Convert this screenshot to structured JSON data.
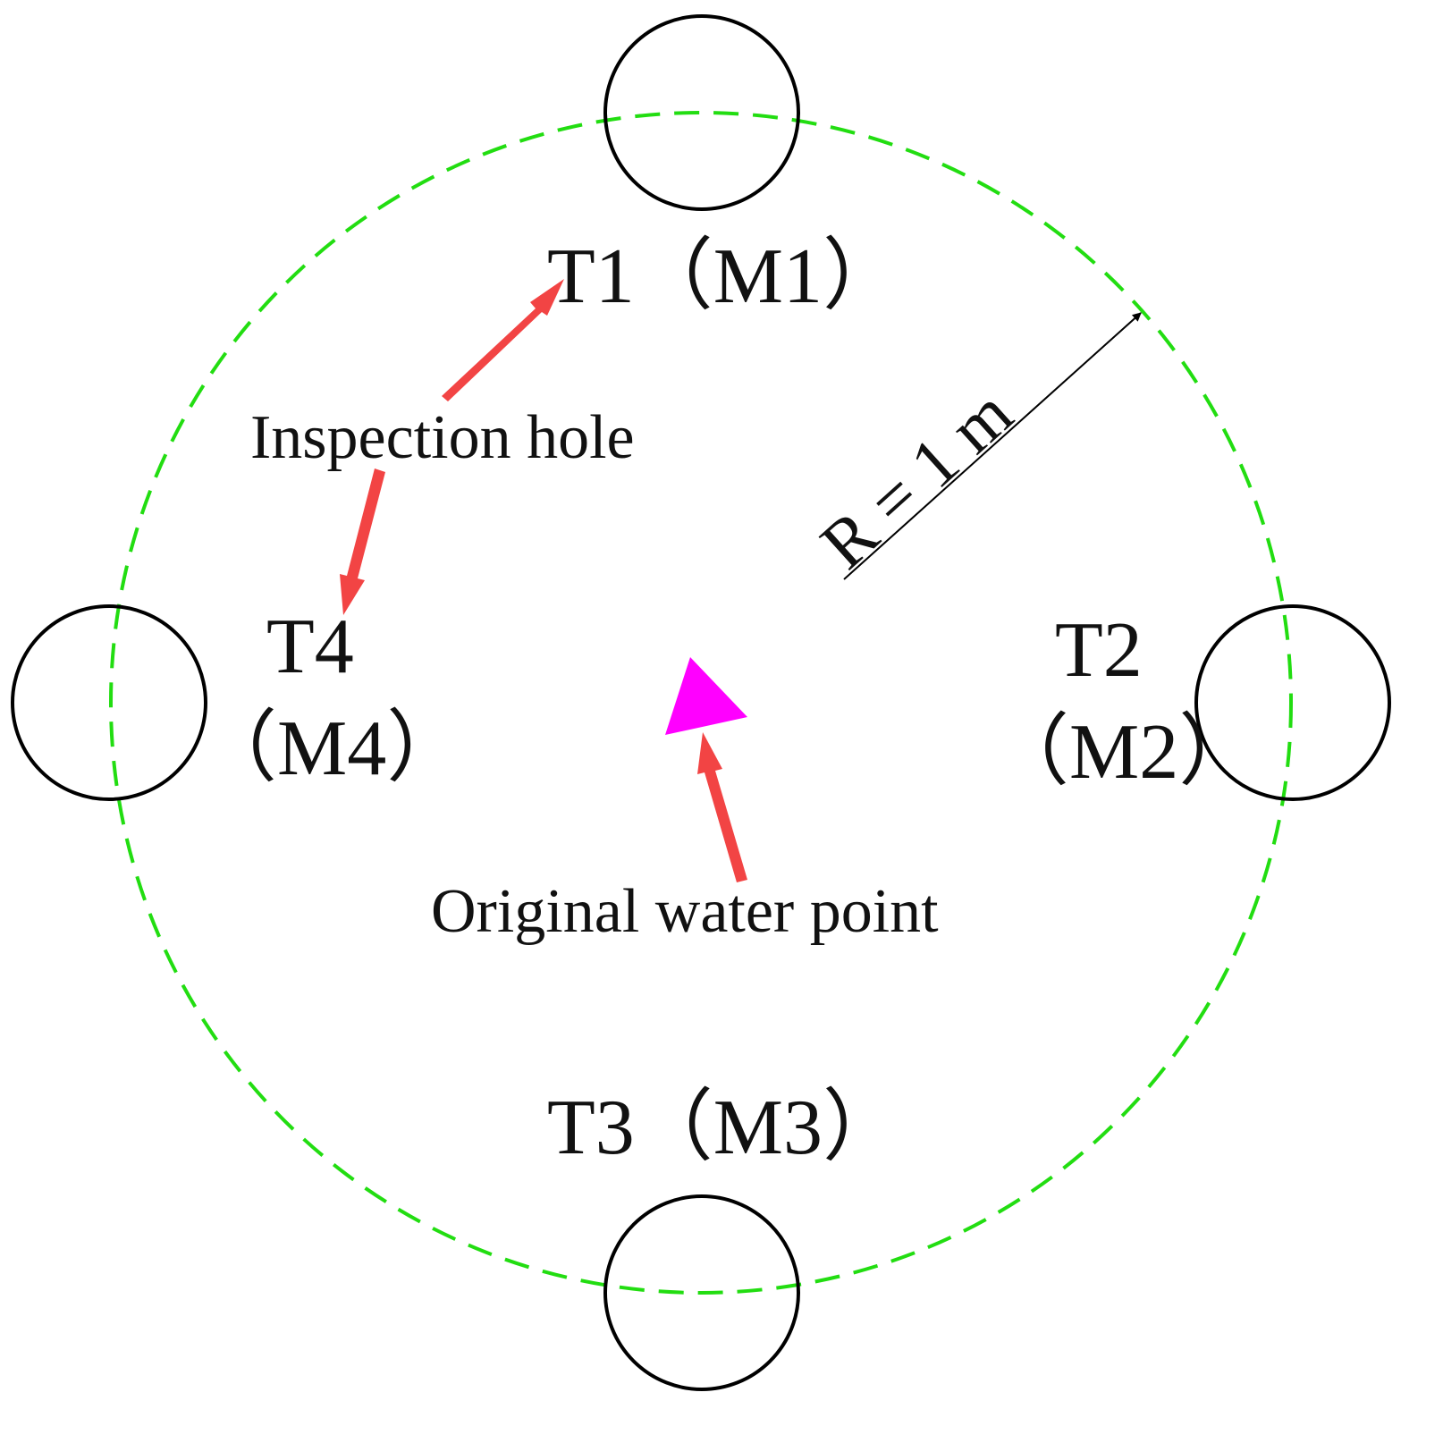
{
  "labels": {
    "t1": "T1（M1）",
    "t2": "T2",
    "m2": "（M2）",
    "t3": "T3（M3）",
    "t4": "T4",
    "m4": "（M4）",
    "inspection_hole": "Inspection hole",
    "water_point": "Original water point",
    "radius": "R = 1 m"
  },
  "colors": {
    "dashed_circle": "#22dd11",
    "hole_stroke": "#000000",
    "pointer_arrow": "#f24444",
    "water_point_marker": "#ff00ff"
  }
}
